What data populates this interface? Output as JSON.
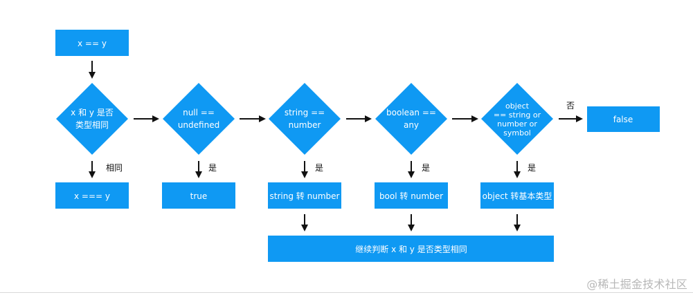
{
  "colors": {
    "node_fill": "#0f99f3",
    "node_text": "#ffffff",
    "arrow": "#111111",
    "label_text": "#111111"
  },
  "nodes": {
    "start": "x == y",
    "type_same_check": [
      "x 和 y 是否",
      "类型相同"
    ],
    "null_undefined": [
      "null ==",
      "undefined"
    ],
    "string_number": [
      "string ==",
      "number"
    ],
    "boolean_any": [
      "boolean ==",
      "any"
    ],
    "object_check": [
      "object",
      "== string or",
      "number or",
      "symbol"
    ],
    "false_result": "false",
    "strict_equal": "x === y",
    "true_result": "true",
    "string_to_number": "string 转 number",
    "bool_to_number": "bool 转 number",
    "object_to_primitive": "object 转基本类型",
    "continue_check": "继续判断 x 和 y 是否类型相同"
  },
  "edge_labels": {
    "same_type": "相同",
    "yes": "是",
    "no": "否"
  },
  "watermark": "@稀土掘金技术社区"
}
